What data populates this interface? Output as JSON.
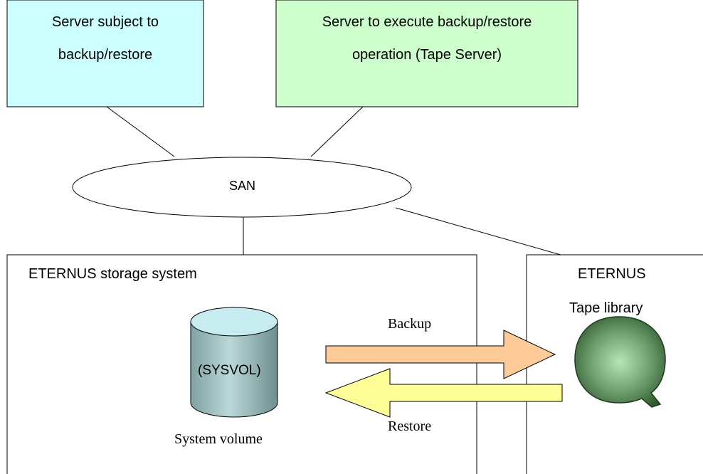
{
  "nodes": {
    "server_subject": {
      "line1": "Server subject to",
      "line2": "backup/restore",
      "fill": "#ccffff"
    },
    "tape_server": {
      "line1": "Server to execute backup/restore",
      "line2": "operation (Tape Server)",
      "fill": "#ccffcc"
    },
    "san": {
      "label": "SAN"
    },
    "storage_system": {
      "label": "ETERNUS storage system"
    },
    "tape_unit": {
      "label1": "ETERNUS",
      "label2": "Tape library"
    },
    "system_volume": {
      "inner_label": "(SYSVOL)",
      "caption": "System volume",
      "fill": "#a9c9c9"
    }
  },
  "arrows": {
    "backup": {
      "label": "Backup",
      "fill": "#ffcc99"
    },
    "restore": {
      "label": "Restore",
      "fill": "#ffff99"
    }
  }
}
